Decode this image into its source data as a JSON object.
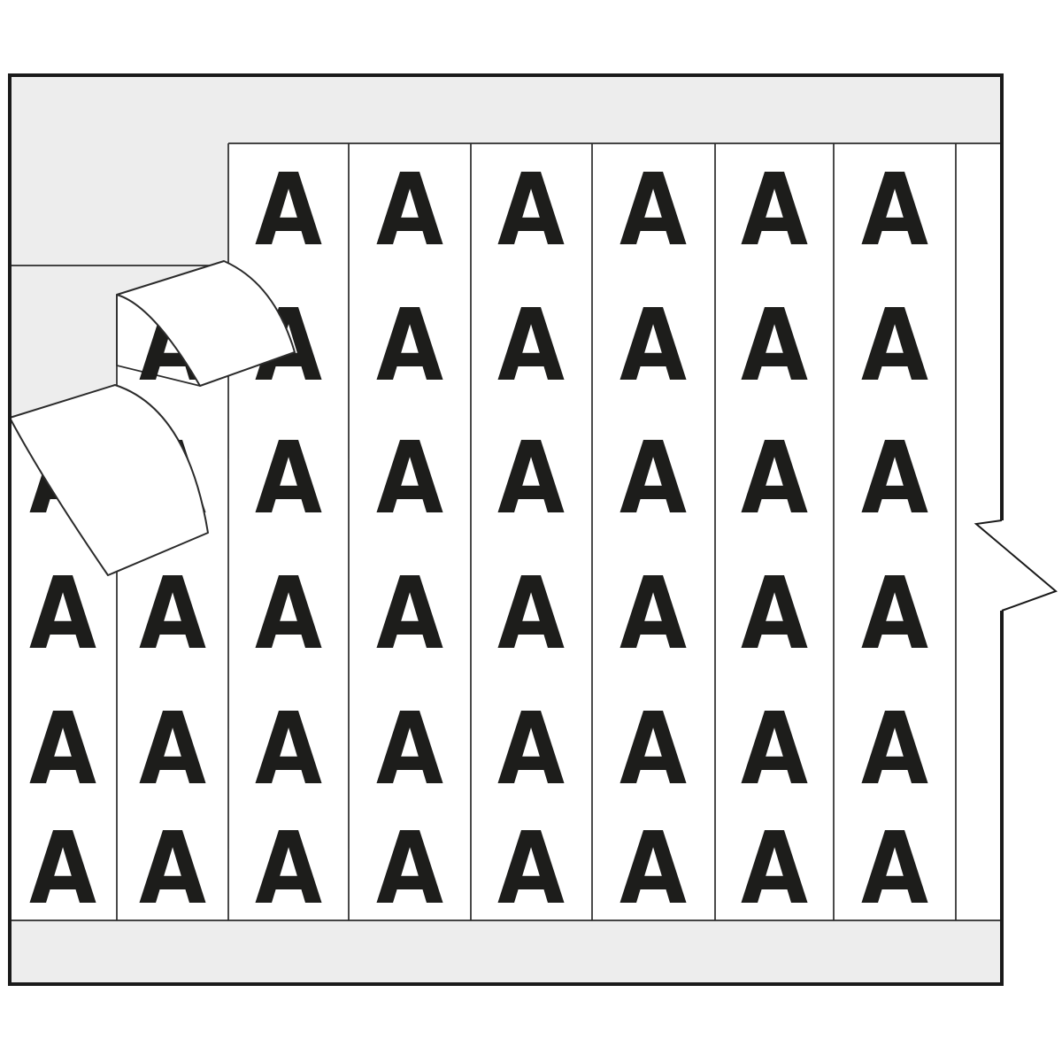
{
  "image": {
    "description": "Wire marker card with columns of letter labels; two labels are peeling off the upper-left corner and a pointed tear notch protrudes from the right edge",
    "background_color": "#ffffff"
  },
  "card": {
    "marker_letter": "A",
    "columns": 8,
    "rows": 6,
    "letter_grid": [
      [
        0,
        0,
        1,
        1,
        1,
        1,
        1,
        1
      ],
      [
        0,
        1,
        1,
        1,
        1,
        1,
        1,
        1
      ],
      [
        1,
        1,
        1,
        1,
        1,
        1,
        1,
        1
      ],
      [
        1,
        1,
        1,
        1,
        1,
        1,
        1,
        1
      ],
      [
        1,
        1,
        1,
        1,
        1,
        1,
        1,
        1
      ],
      [
        1,
        1,
        1,
        1,
        1,
        1,
        1,
        1
      ]
    ],
    "visible_letter_count": 45,
    "peeled_label_count": 2,
    "notch_icon": "tear-notch-arrow",
    "colors": {
      "card_color": "#ededed",
      "label_color": "#ffffff",
      "letter_color": "#1d1d1b",
      "line_color": "#2b2b2b",
      "border_color": "#1a1a1a",
      "page_background": "#ffffff"
    }
  }
}
